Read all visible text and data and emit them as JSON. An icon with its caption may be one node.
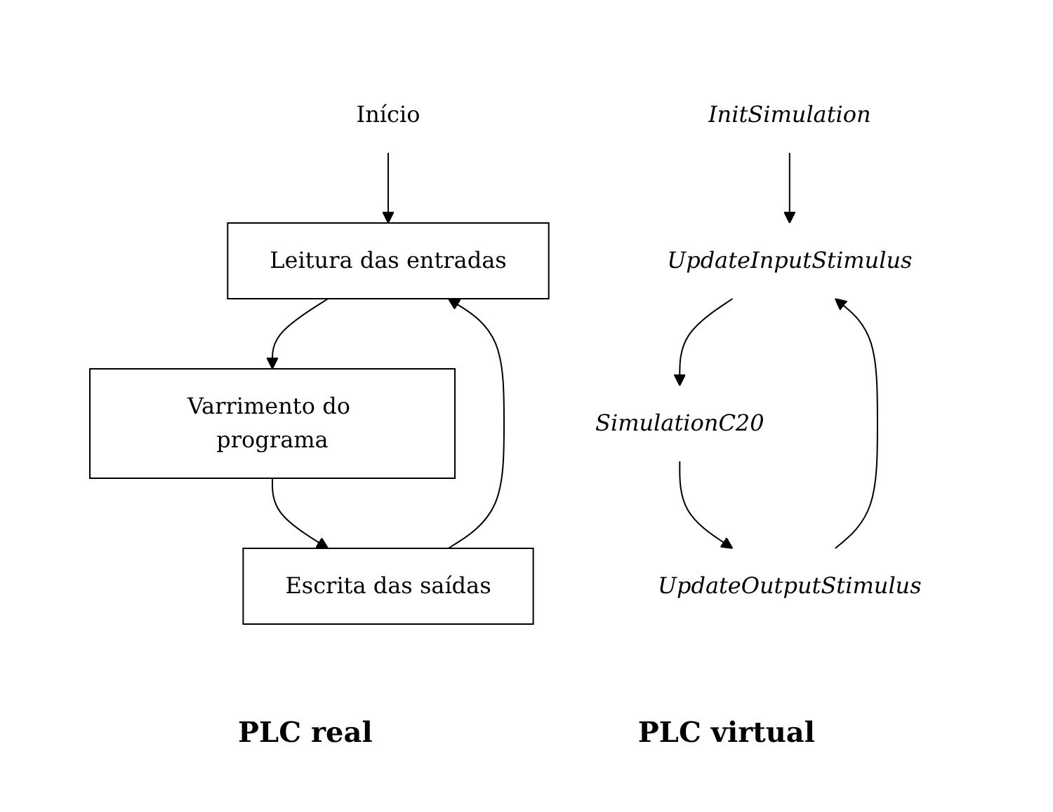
{
  "diagram": {
    "nodes": [
      {
        "text": [
          "Início"
        ]
      },
      {
        "text": [
          "Leitura das entradas"
        ]
      },
      {
        "text": [
          "Varrimento do programa"
        ]
      },
      {
        "text": [
          "Escrita das saídas"
        ]
      },
      {
        "text": [
          "InitSimulation"
        ]
      },
      {
        "text": [
          "UpdateInputStimulus"
        ]
      },
      {
        "text": [
          "SimulationC20"
        ]
      },
      {
        "text": [
          "UpdateOutputStimulus"
        ]
      }
    ],
    "edges": [
      {
        "from": 0,
        "to": 1,
        "arrow": "to"
      },
      {
        "from": 1,
        "to": 2,
        "arrow": "to"
      },
      {
        "from": 2,
        "to": 3,
        "arrow": "to"
      },
      {
        "from": 3,
        "to": 1,
        "arrow": "to"
      },
      {
        "from": 4,
        "to": 5,
        "arrow": "to"
      },
      {
        "from": 5,
        "to": 6,
        "arrow": "to"
      },
      {
        "from": 6,
        "to": 7,
        "arrow": "to"
      },
      {
        "from": 7,
        "to": 5,
        "arrow": "to"
      }
    ],
    "labels": [
      "PLC real",
      "PLC virtual"
    ]
  }
}
